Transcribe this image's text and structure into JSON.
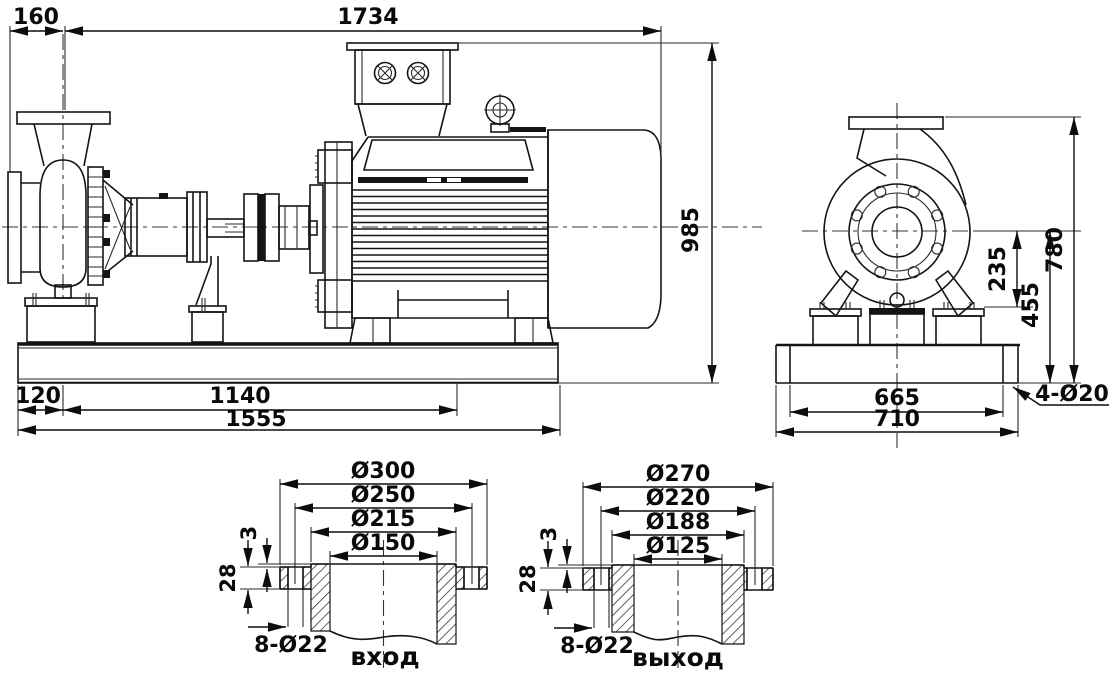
{
  "colors": {
    "ink": "#141414",
    "background": "#ffffff"
  },
  "side_view": {
    "dim_overhang": "160",
    "dim_total_length": "1734",
    "dim_total_height": "985",
    "dim_base_offset": "120",
    "dim_base_mid": "1140",
    "dim_base_length": "1555"
  },
  "end_view": {
    "dim_axis_to_foot": "235",
    "dim_axis_height": "455",
    "dim_top_height": "780",
    "dim_inner_width": "665",
    "dim_base_width": "710",
    "dim_anchor_holes": "4-Ø20"
  },
  "inlet_flange": {
    "label": "вход",
    "dim_outer": "Ø300",
    "dim_bolt_circle": "Ø250",
    "dim_raised_face": "Ø215",
    "dim_bore": "Ø150",
    "dim_face_height": "3",
    "dim_thickness": "28",
    "dim_holes": "8-Ø22"
  },
  "outlet_flange": {
    "label": "выход",
    "dim_outer": "Ø270",
    "dim_bolt_circle": "Ø220",
    "dim_raised_face": "Ø188",
    "dim_bore": "Ø125",
    "dim_face_height": "3",
    "dim_thickness": "28",
    "dim_holes": "8-Ø22"
  }
}
